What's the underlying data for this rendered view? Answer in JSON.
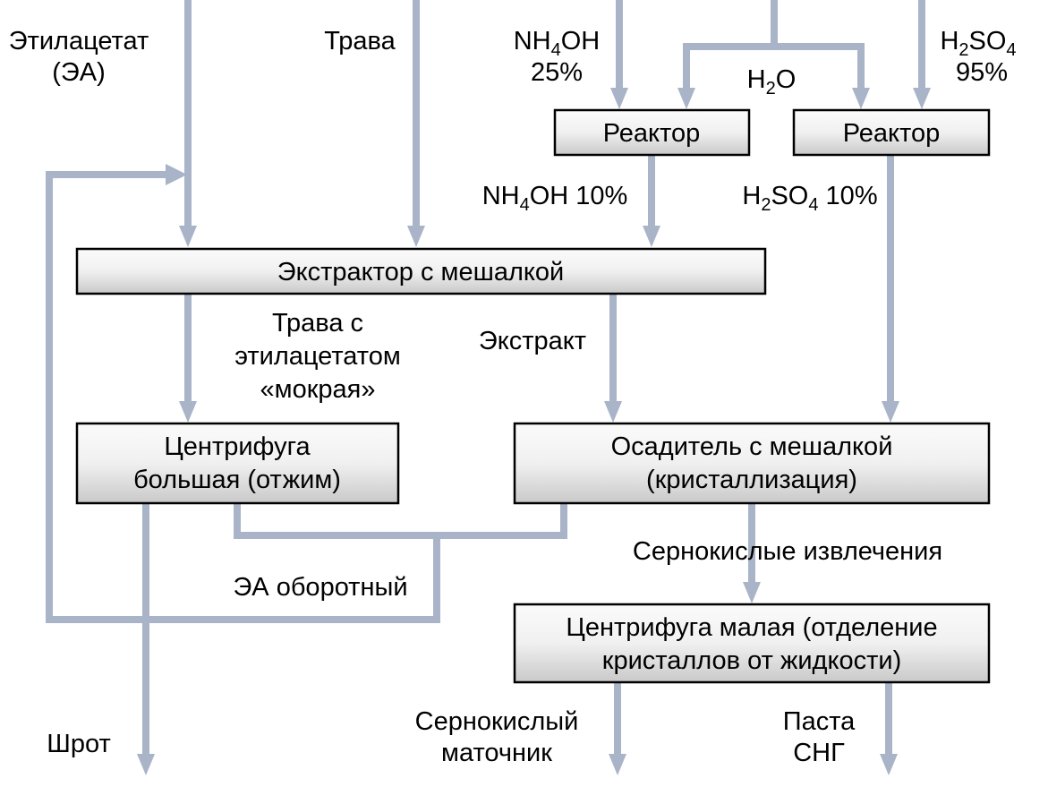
{
  "inputs": {
    "ethyl_acetate": [
      "Этилацетат",
      "(ЭА)"
    ],
    "grass": "Трава",
    "nh4oh_25": {
      "a": "NH",
      "sub": "4",
      "b": "OH",
      "line2": "25%"
    },
    "water": {
      "a": "H",
      "sub": "2",
      "b": "O"
    },
    "h2so4_95": {
      "a": "H",
      "sub1": "2",
      "b": "SO",
      "sub2": "4",
      "line2": "95%"
    }
  },
  "boxes": {
    "reactor_left": "Реактор",
    "reactor_right": "Реактор",
    "extractor": "Экстрактор с мешалкой",
    "centrifuge_big": [
      "Центрифуга",
      "большая (отжим)"
    ],
    "precipitator": [
      "Осадитель с мешалкой",
      "(кристаллизация)"
    ],
    "centrifuge_small": [
      "Центрифуга малая (отделение",
      "кристаллов от жидкости)"
    ]
  },
  "flows": {
    "nh4oh_10": {
      "a": "NH",
      "sub": "4",
      "b": "OH 10%"
    },
    "h2so4_10": {
      "a": "H",
      "sub1": "2",
      "b": "SO",
      "sub2": "4",
      "c": " 10%"
    },
    "wet_grass": [
      "Трава с",
      "этилацетатом",
      "«мокрая»"
    ],
    "extract": "Экстракт",
    "recycled_ea": "ЭА оборотный",
    "sulfuric_extracts": "Сернокислые извлечения",
    "meal": "Шрот",
    "mother_liquor": [
      "Сернокислый",
      "маточник"
    ],
    "paste": [
      "Паста",
      "СНГ"
    ]
  },
  "colors": {
    "flow": "#a9b4c8",
    "box_fill": "#efefef",
    "box_border": "#000000"
  }
}
